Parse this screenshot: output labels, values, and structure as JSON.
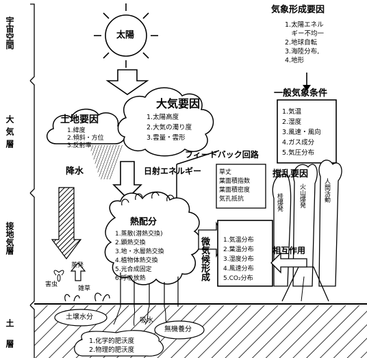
{
  "layers": {
    "space": "宇宙空間",
    "atmosphere": "大気層",
    "surface": "接地気層",
    "soil": "土層"
  },
  "sun": "太陽",
  "climate_factors": {
    "title": "気象形成要因",
    "items": [
      "1.太陽エネル",
      "　ギー不均一",
      "2.地球自転",
      "3.海陸分布,",
      "4.地形"
    ]
  },
  "general_conditions": {
    "title": "一般気象条件",
    "items": [
      "1.気温",
      "2.湿度",
      "3.風速・風向",
      "4.ガス成分",
      "5.気圧分布"
    ]
  },
  "land_factors": {
    "title": "土地要因",
    "items": [
      "1.緯度",
      "2.傾斜・方位",
      "3.反射率"
    ]
  },
  "air_factors": {
    "title": "大気要因",
    "items": [
      "1.太陽高度",
      "2.大気の濁り度",
      "3.雲量・雲形"
    ]
  },
  "precipitation": "降水",
  "solar_energy": "日射エネルギー",
  "feedback": "フィードバック回路",
  "plant_params": [
    "草丈",
    "葉面積指数",
    "葉面積密度",
    "気孔抵抗"
  ],
  "disturbance": {
    "title": "撹乱要因",
    "volcano1": "桂爆発",
    "volcano2": "火山爆発",
    "human": "人間活動"
  },
  "heat_distribution": {
    "title": "熱配分",
    "items": [
      "1.蒸散(潜熱交換)",
      "2.顕熱交換",
      "3.地・水層熱交換",
      "4.植物体熱交換",
      "5.光合成固定",
      "6.呼吸放熱"
    ]
  },
  "micro_climate": "微気候形成",
  "distributions": [
    "1.気温分布",
    "2.葉温分布",
    "3.湿度分布",
    "4.風速分布",
    "5.CO₂分布"
  ],
  "interaction": "相互作用",
  "evaporation": "蒸発",
  "pest": "害虫",
  "weed": "雑草",
  "soil_moisture": "土壌水分",
  "water_absorption": "吸水",
  "inorganic_nutrients": "無機養分",
  "soil_fertility": [
    "1.化学的肥沃度",
    "2.物理的肥沃度"
  ]
}
